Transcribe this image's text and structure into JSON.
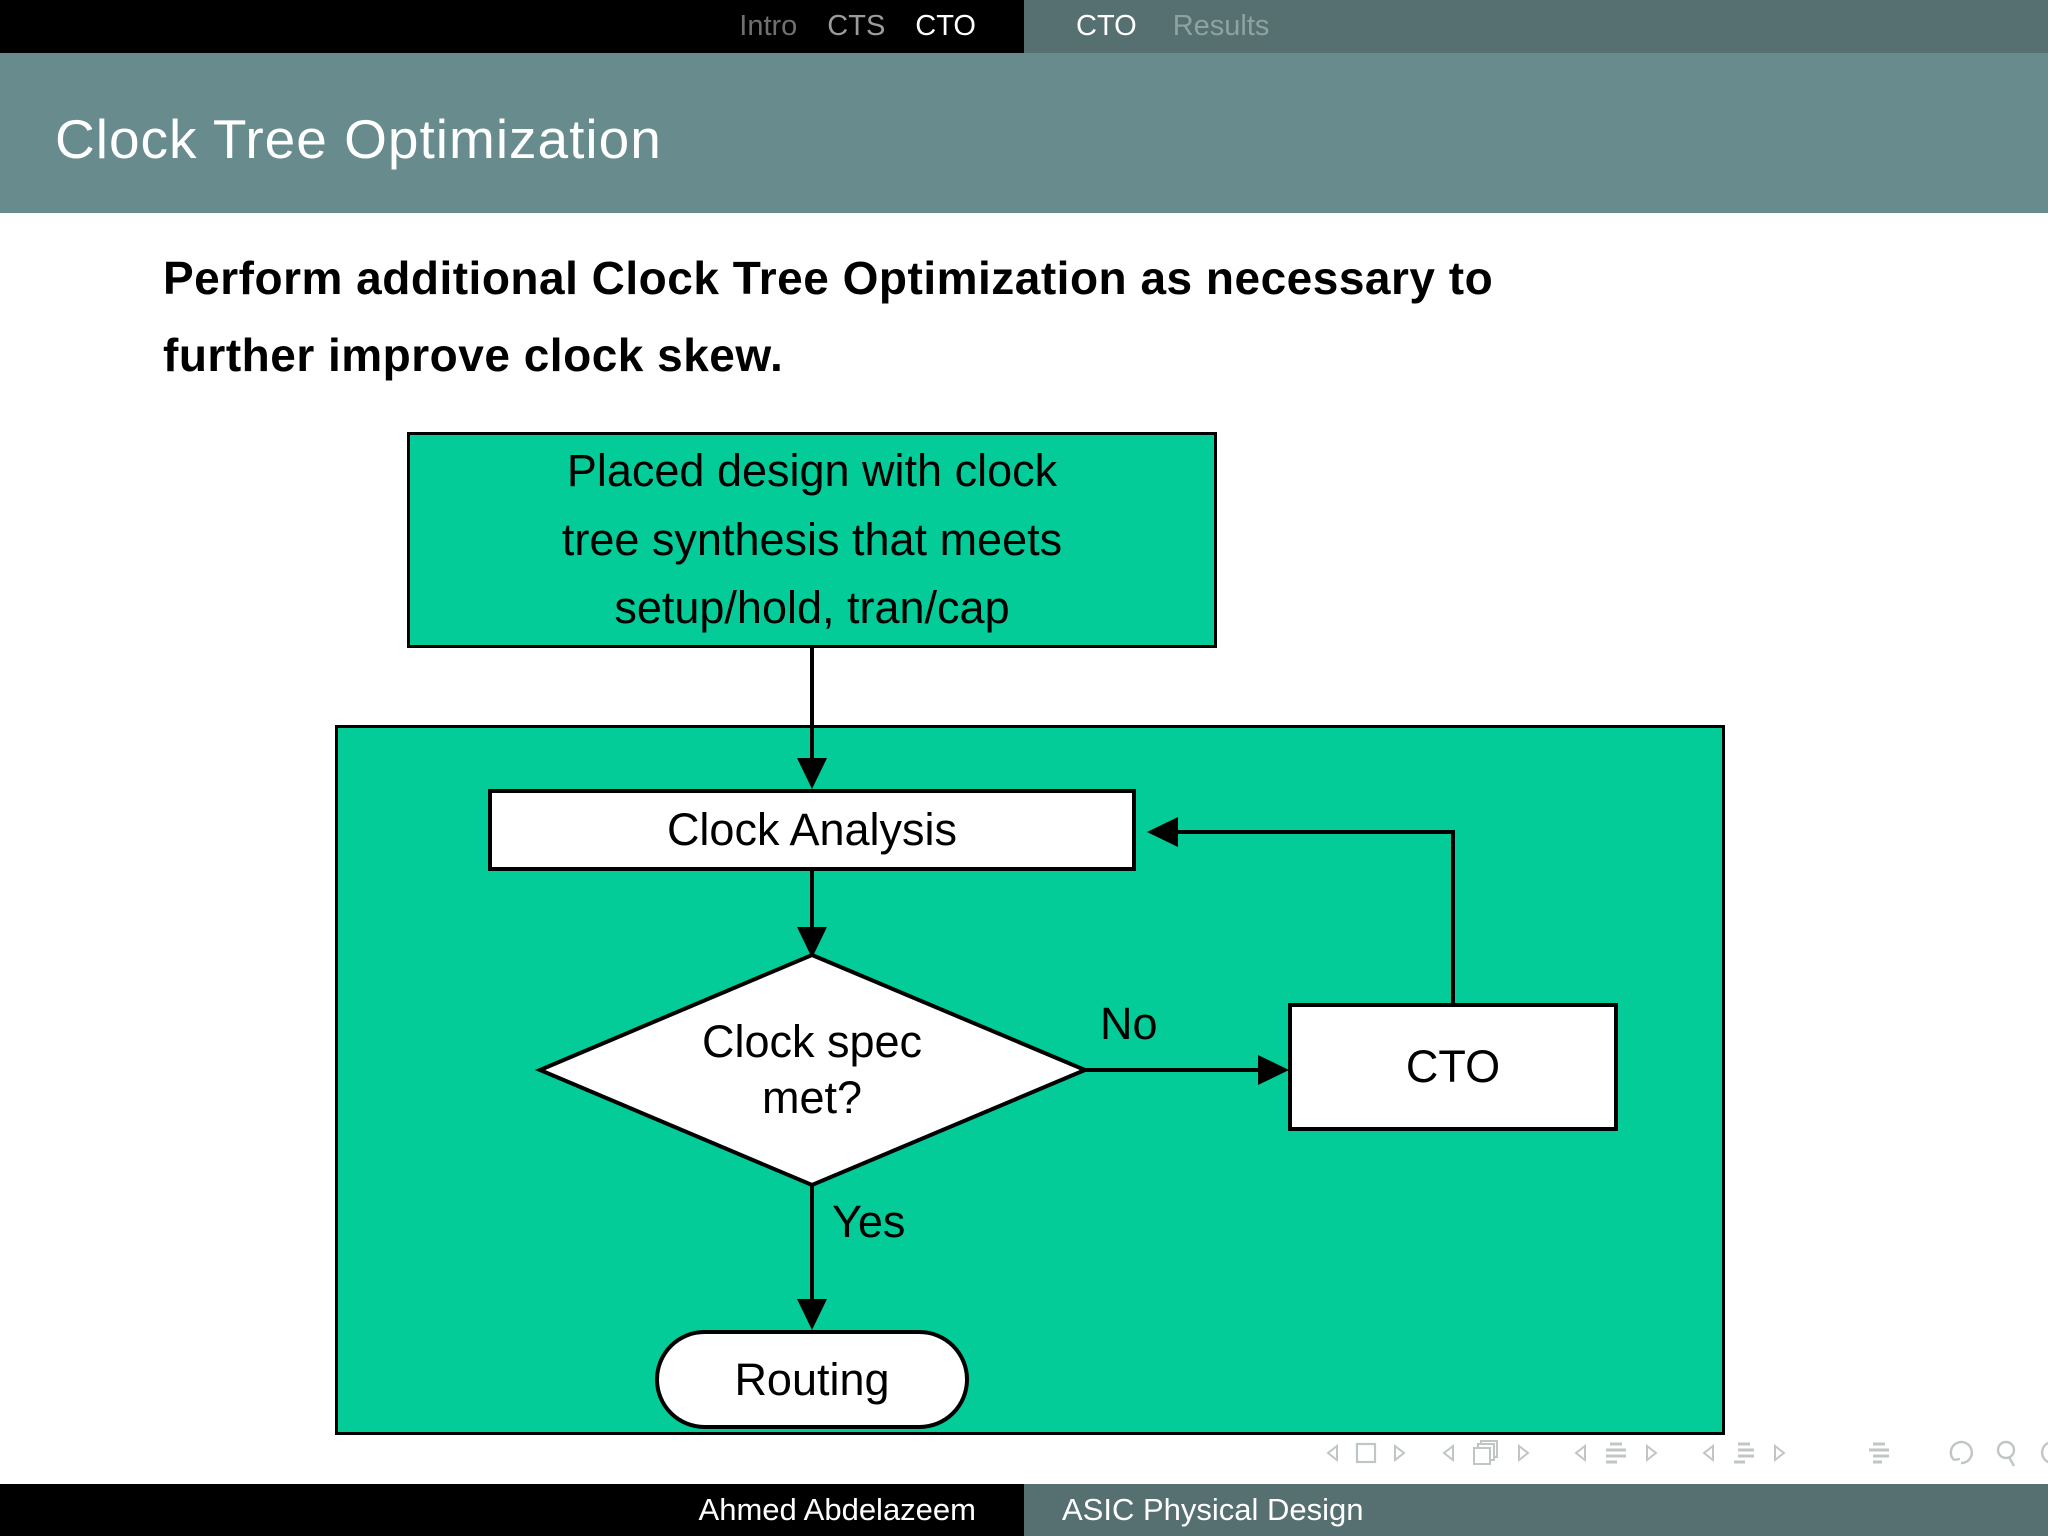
{
  "header": {
    "nav_left": {
      "items": [
        {
          "label": "Intro",
          "active": false
        },
        {
          "label": "CTS",
          "active": false
        },
        {
          "label": "CTO",
          "active": true
        }
      ]
    },
    "nav_right": {
      "items": [
        {
          "label": "CTO",
          "active": true
        },
        {
          "label": "Results",
          "active": false
        }
      ]
    }
  },
  "title_bar": {
    "title": "Clock Tree Optimization"
  },
  "body": {
    "paragraph": "Perform additional Clock Tree Optimization as necessary to\nfurther improve clock skew."
  },
  "flowchart": {
    "start_box": {
      "label": "Placed design with clock\ntree synthesis that meets\nsetup/hold, tran/cap"
    },
    "clock_analysis": {
      "label": "Clock Analysis"
    },
    "decision": {
      "label": "Clock spec\nmet?"
    },
    "labels": {
      "no": "No",
      "yes": "Yes"
    },
    "cto": {
      "label": "CTO"
    },
    "routing": {
      "label": "Routing"
    }
  },
  "nav_symbols": {
    "icons": [
      "prev-slide-icon",
      "slide-frame-icon",
      "next-slide-icon",
      "prev-frame-icon",
      "frame-stack-icon",
      "next-frame-icon",
      "prev-section-icon",
      "section-pages-icon",
      "next-section-icon",
      "prev-subsection-icon",
      "subsection-pages-icon",
      "next-subsection-icon",
      "appendix-pages-icon",
      "back-icon",
      "search-icon",
      "forward-icon"
    ]
  },
  "footer": {
    "author": "Ahmed Abdelazeem",
    "course_title": "ASIC Physical Design"
  },
  "colors": {
    "accent_green": "#03cc99",
    "titlebar_teal": "#688c8d",
    "bar_teal": "#566f70",
    "nav_dim1": "#6f6f6f",
    "nav_dim2": "#9b9b9b",
    "nav_right_muted": "#8ea3a1",
    "nav_symbols_gray": "#c0c6c5"
  }
}
